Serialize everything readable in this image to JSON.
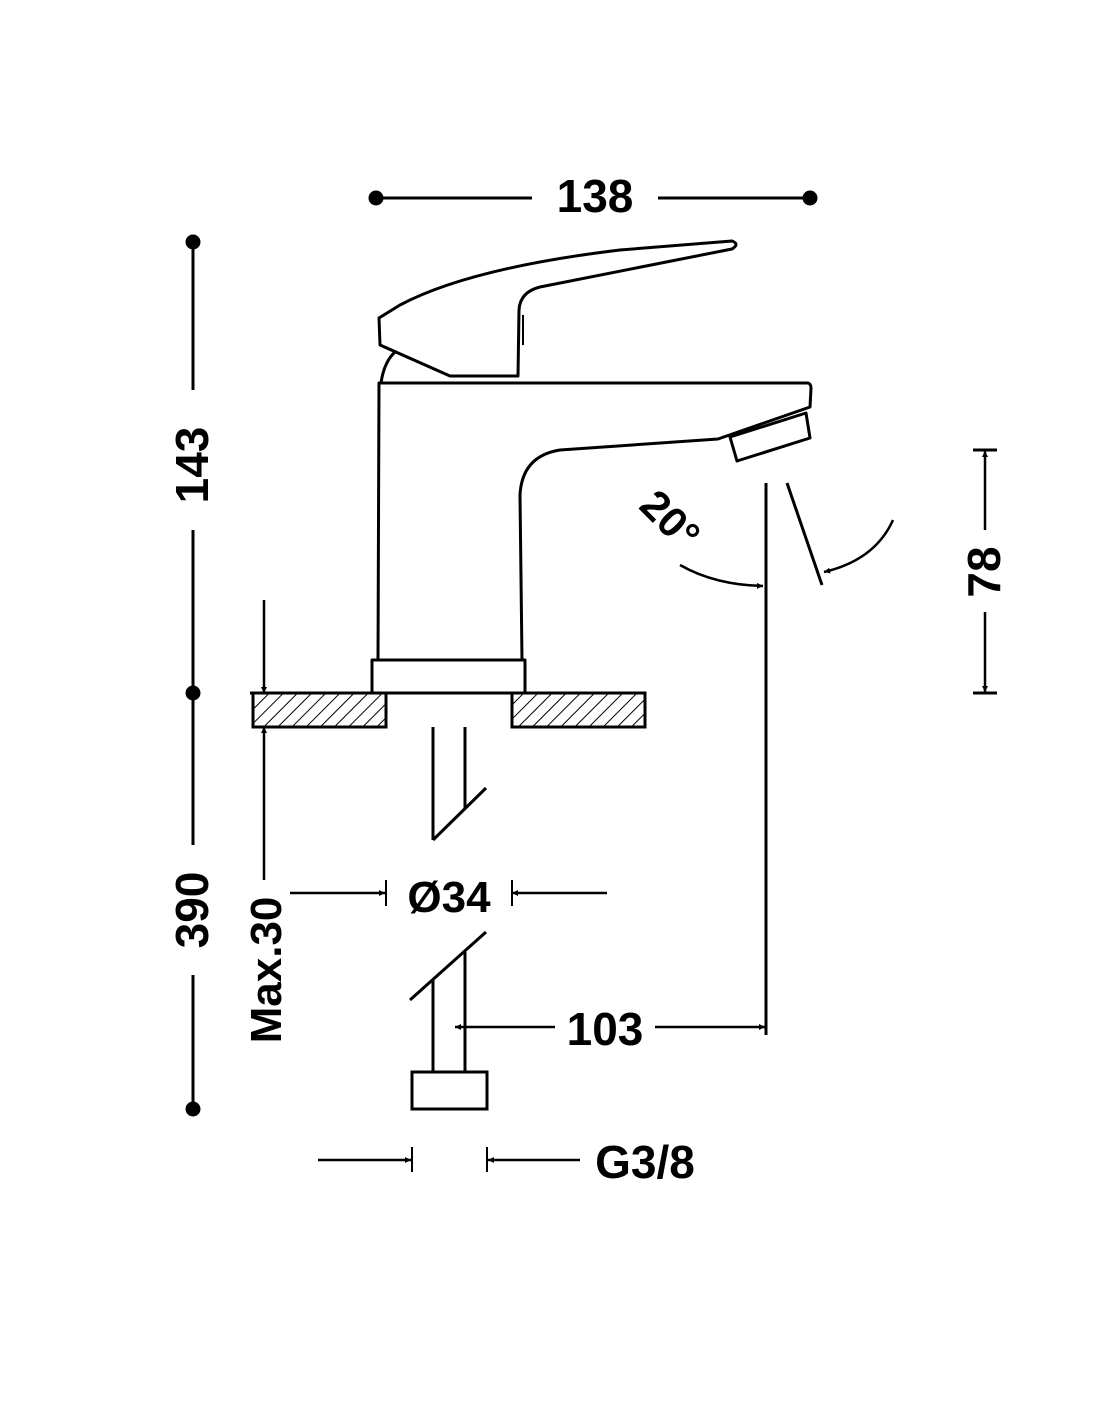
{
  "dimensions": {
    "width_total": "138",
    "height_total": "143",
    "hose_length": "390",
    "max_thickness": "Max.30",
    "hole_diameter": "Ø34",
    "spout_reach": "103",
    "spout_height": "78",
    "connection": "G3/8",
    "spray_angle": "20°"
  },
  "colors": {
    "line": "#000000",
    "background": "#ffffff"
  }
}
